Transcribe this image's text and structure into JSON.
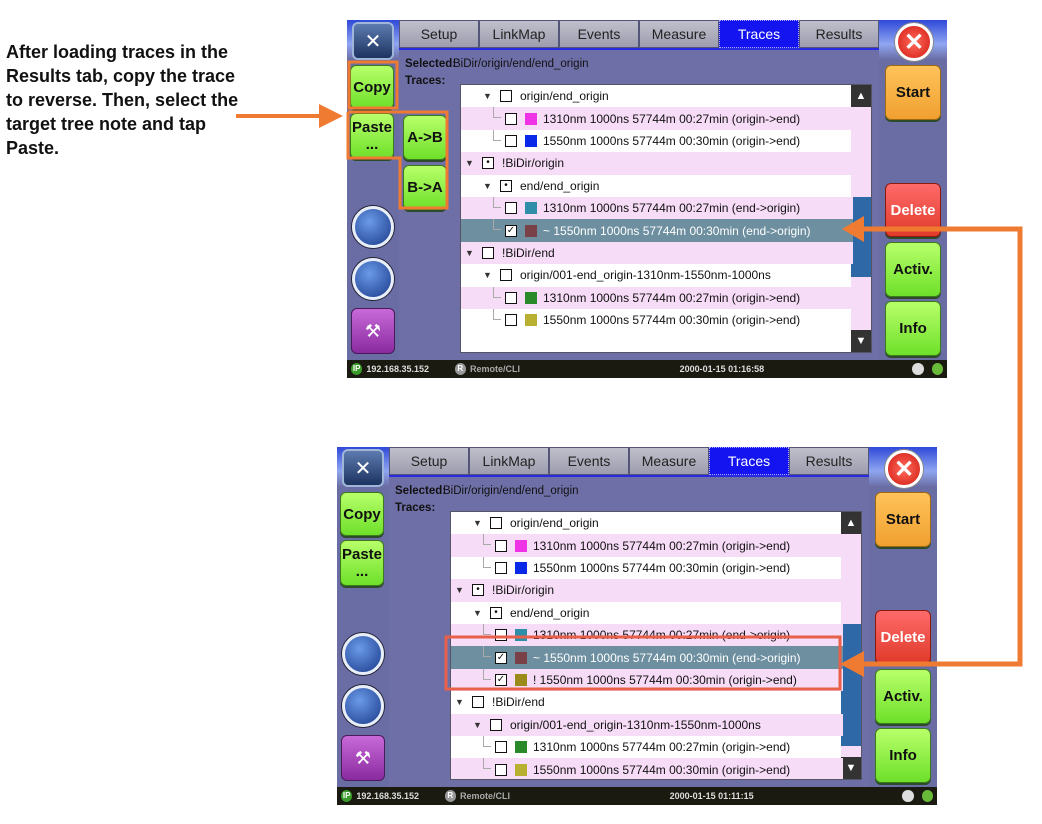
{
  "instruction": "After loading traces in the Results tab, copy the trace to reverse. Then, select the target tree note and tap Paste.",
  "colors": {
    "accent": "#ef7b32",
    "highlight_box": "#e8604a",
    "active_tab": "#1414f0"
  },
  "screens": [
    {
      "tabs": [
        "Setup",
        "LinkMap",
        "Events",
        "Measure",
        "Traces",
        "Results"
      ],
      "active_tab": 4,
      "left_buttons": {
        "copy": "Copy",
        "paste": "Paste",
        "paste_more": "...",
        "a_to_b": "A->B",
        "b_to_a": "B->A"
      },
      "right_buttons": {
        "start": "Start",
        "delete": "Delete",
        "activ": "Activ.",
        "info": "Info"
      },
      "selected_label": "Selected:",
      "selected_value": "BiDir/origin/end/end_origin",
      "traces_label": "Traces:",
      "rows": [
        {
          "level": 1,
          "check": "empty",
          "label": "origin/end_origin"
        },
        {
          "level": 2,
          "check": "empty",
          "color": "#f032e6",
          "label": "1310nm 1000ns 57744m 00:27min (origin->end)"
        },
        {
          "level": 2,
          "check": "empty",
          "color": "#0a28e8",
          "label": "1550nm 1000ns 57744m 00:30min (origin->end)",
          "last": true
        },
        {
          "level": 0,
          "check": "dot",
          "label": "!BiDir/origin"
        },
        {
          "level": 1,
          "check": "dot",
          "label": "end/end_origin"
        },
        {
          "level": 2,
          "check": "empty",
          "color": "#2e8ea8",
          "label": "1310nm 1000ns 57744m 00:27min (end->origin)"
        },
        {
          "level": 2,
          "check": "checked",
          "color": "#7a4048",
          "label": "~ 1550nm 1000ns 57744m 00:30min (end->origin)",
          "selected": true,
          "last": true
        },
        {
          "level": 0,
          "check": "empty",
          "label": "!BiDir/end"
        },
        {
          "level": 1,
          "check": "empty",
          "label": "origin/001-end_origin-1310nm-1550nm-1000ns"
        },
        {
          "level": 2,
          "check": "empty",
          "color": "#2a8a2a",
          "label": "1310nm 1000ns 57744m 00:27min (origin->end)"
        },
        {
          "level": 2,
          "check": "empty",
          "color": "#b8b030",
          "label": "1550nm 1000ns 57744m 00:30min (origin->end)",
          "last": true
        }
      ],
      "scroll_up": "▲",
      "scroll_down": "▼",
      "status": {
        "ip": "192.168.35.152",
        "remote": "Remote/CLI",
        "datetime": "2000-01-15 01:16:58"
      }
    },
    {
      "tabs": [
        "Setup",
        "LinkMap",
        "Events",
        "Measure",
        "Traces",
        "Results"
      ],
      "active_tab": 4,
      "left_buttons": {
        "copy": "Copy",
        "paste": "Paste",
        "paste_more": "..."
      },
      "right_buttons": {
        "start": "Start",
        "delete": "Delete",
        "activ": "Activ.",
        "info": "Info"
      },
      "selected_label": "Selected:",
      "selected_value": "BiDir/origin/end/end_origin",
      "traces_label": "Traces:",
      "rows": [
        {
          "level": 1,
          "check": "empty",
          "label": "origin/end_origin"
        },
        {
          "level": 2,
          "check": "empty",
          "color": "#f032e6",
          "label": "1310nm 1000ns 57744m 00:27min (origin->end)"
        },
        {
          "level": 2,
          "check": "empty",
          "color": "#0a28e8",
          "label": "1550nm 1000ns 57744m 00:30min (origin->end)",
          "last": true
        },
        {
          "level": 0,
          "check": "dot",
          "label": "!BiDir/origin"
        },
        {
          "level": 1,
          "check": "dot",
          "label": "end/end_origin"
        },
        {
          "level": 2,
          "check": "empty",
          "color": "#2e8ea8",
          "label": "1310nm 1000ns 57744m 00:27min (end->origin)"
        },
        {
          "level": 2,
          "check": "checked",
          "color": "#7a4048",
          "label": "~ 1550nm 1000ns 57744m 00:30min (end->origin)",
          "selected": true
        },
        {
          "level": 2,
          "check": "checked",
          "color": "#9a8a1a",
          "label": "! 1550nm 1000ns 57744m 00:30min (origin->end)",
          "last": true
        },
        {
          "level": 0,
          "check": "empty",
          "label": "!BiDir/end"
        },
        {
          "level": 1,
          "check": "empty",
          "label": "origin/001-end_origin-1310nm-1550nm-1000ns"
        },
        {
          "level": 2,
          "check": "empty",
          "color": "#2a8a2a",
          "label": "1310nm 1000ns 57744m 00:27min (origin->end)"
        },
        {
          "level": 2,
          "check": "empty",
          "color": "#b8b030",
          "label": "1550nm 1000ns 57744m 00:30min (origin->end)",
          "last": true
        }
      ],
      "scroll_up": "▲",
      "scroll_down": "▼",
      "status": {
        "ip": "192.168.35.152",
        "remote": "Remote/CLI",
        "datetime": "2000-01-15 01:11:15"
      }
    }
  ]
}
